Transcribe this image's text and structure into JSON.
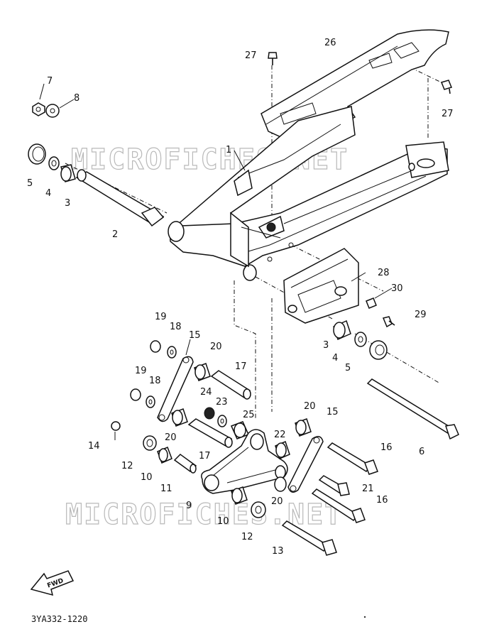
{
  "watermark": "MICROFICHES.NET",
  "catalog_code": "3YA332-1220",
  "forward_arrow": "FWD",
  "callouts": {
    "n27a": "27",
    "n26": "26",
    "n27b": "27",
    "n7": "7",
    "n8": "8",
    "n1": "1",
    "n5a": "5",
    "n4a": "4",
    "n3a": "3",
    "n2": "2",
    "n28": "28",
    "n30": "30",
    "n29": "29",
    "n19a": "19",
    "n18a": "18",
    "n15a": "15",
    "n20a": "20",
    "n3b": "3",
    "n4b": "4",
    "n5b": "5",
    "n17a": "17",
    "n19b": "19",
    "n18b": "18",
    "n24": "24",
    "n23": "23",
    "n25": "25",
    "n20b": "20",
    "n15b": "15",
    "n14": "14",
    "n20c": "20",
    "n17b": "17",
    "n22": "22",
    "n16a": "16",
    "n6": "6",
    "n12a": "12",
    "n10a": "10",
    "n11": "11",
    "n21": "21",
    "n9": "9",
    "n20d": "20",
    "n16b": "16",
    "n10b": "10",
    "n12b": "12",
    "n13": "13"
  }
}
